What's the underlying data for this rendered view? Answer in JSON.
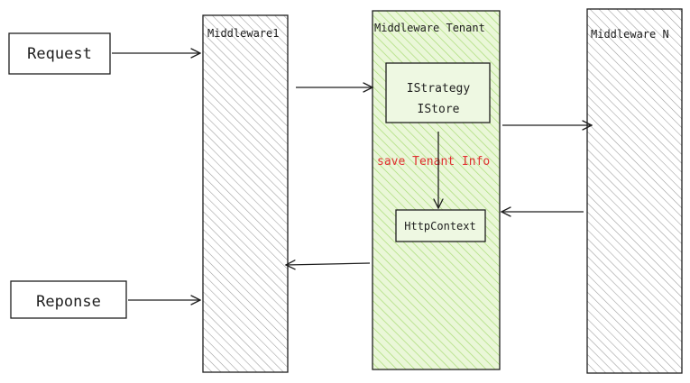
{
  "diagram": {
    "nodes": {
      "request": {
        "label": "Request"
      },
      "response": {
        "label": "Reponse"
      },
      "middleware1": {
        "label": "Middleware1"
      },
      "middleware_tenant": {
        "label": "Middleware Tenant"
      },
      "middleware_n": {
        "label": "Middleware N"
      },
      "strategy_store": {
        "line1": "IStrategy",
        "line2": "IStore"
      },
      "http_context": {
        "label": "HttpContext"
      }
    },
    "annotations": {
      "save_tenant_info": "save  Tenant Info"
    },
    "colors": {
      "stroke": "#1e1e1e",
      "grey_hatch": "#9a9a9a",
      "green_hatch": "#a9dc76",
      "green_fill": "#eaf7d8",
      "annotation": "#e03131"
    }
  }
}
